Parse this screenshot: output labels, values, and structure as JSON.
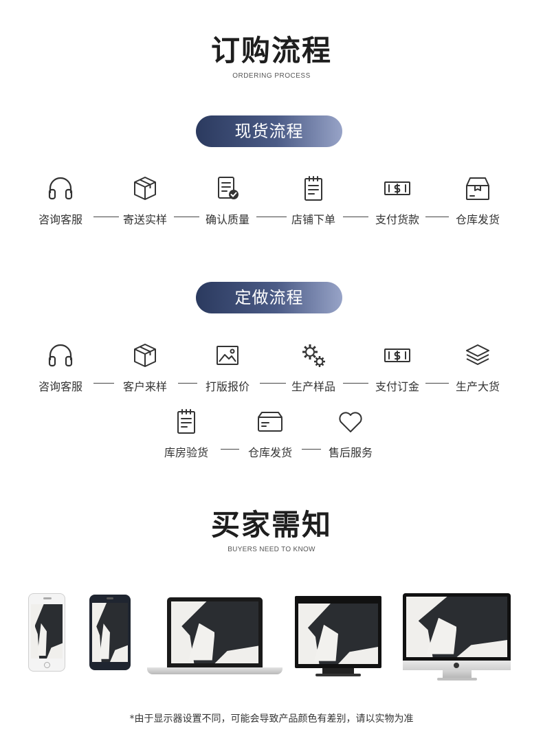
{
  "header": {
    "title": "订购流程",
    "subtitle": "ORDERING PROCESS"
  },
  "stock_process": {
    "label": "现货流程",
    "steps": [
      {
        "label": "咨询客服",
        "icon": "headset-icon"
      },
      {
        "label": "寄送实样",
        "icon": "box-icon"
      },
      {
        "label": "确认质量",
        "icon": "checklist-icon"
      },
      {
        "label": "店铺下单",
        "icon": "clipboard-icon"
      },
      {
        "label": "支付货款",
        "icon": "cash-icon"
      },
      {
        "label": "仓库发货",
        "icon": "package-icon"
      }
    ]
  },
  "custom_process": {
    "label": "定做流程",
    "steps": [
      {
        "label": "咨询客服",
        "icon": "headset-icon"
      },
      {
        "label": "客户来样",
        "icon": "box-icon"
      },
      {
        "label": "打版报价",
        "icon": "image-icon"
      },
      {
        "label": "生产样品",
        "icon": "gears-icon"
      },
      {
        "label": "支付订金",
        "icon": "cash-icon"
      },
      {
        "label": "生产大货",
        "icon": "layers-icon"
      },
      {
        "label": "库房验货",
        "icon": "clipboard-icon"
      },
      {
        "label": "仓库发货",
        "icon": "folder-box-icon"
      },
      {
        "label": "售后服务",
        "icon": "heart-icon"
      }
    ]
  },
  "buyers": {
    "title": "买家需知",
    "subtitle": "BUYERS NEED TO KNOW",
    "note": "*由于显示器设置不同，可能会导致产品颜色有差别，请以实物为准"
  }
}
